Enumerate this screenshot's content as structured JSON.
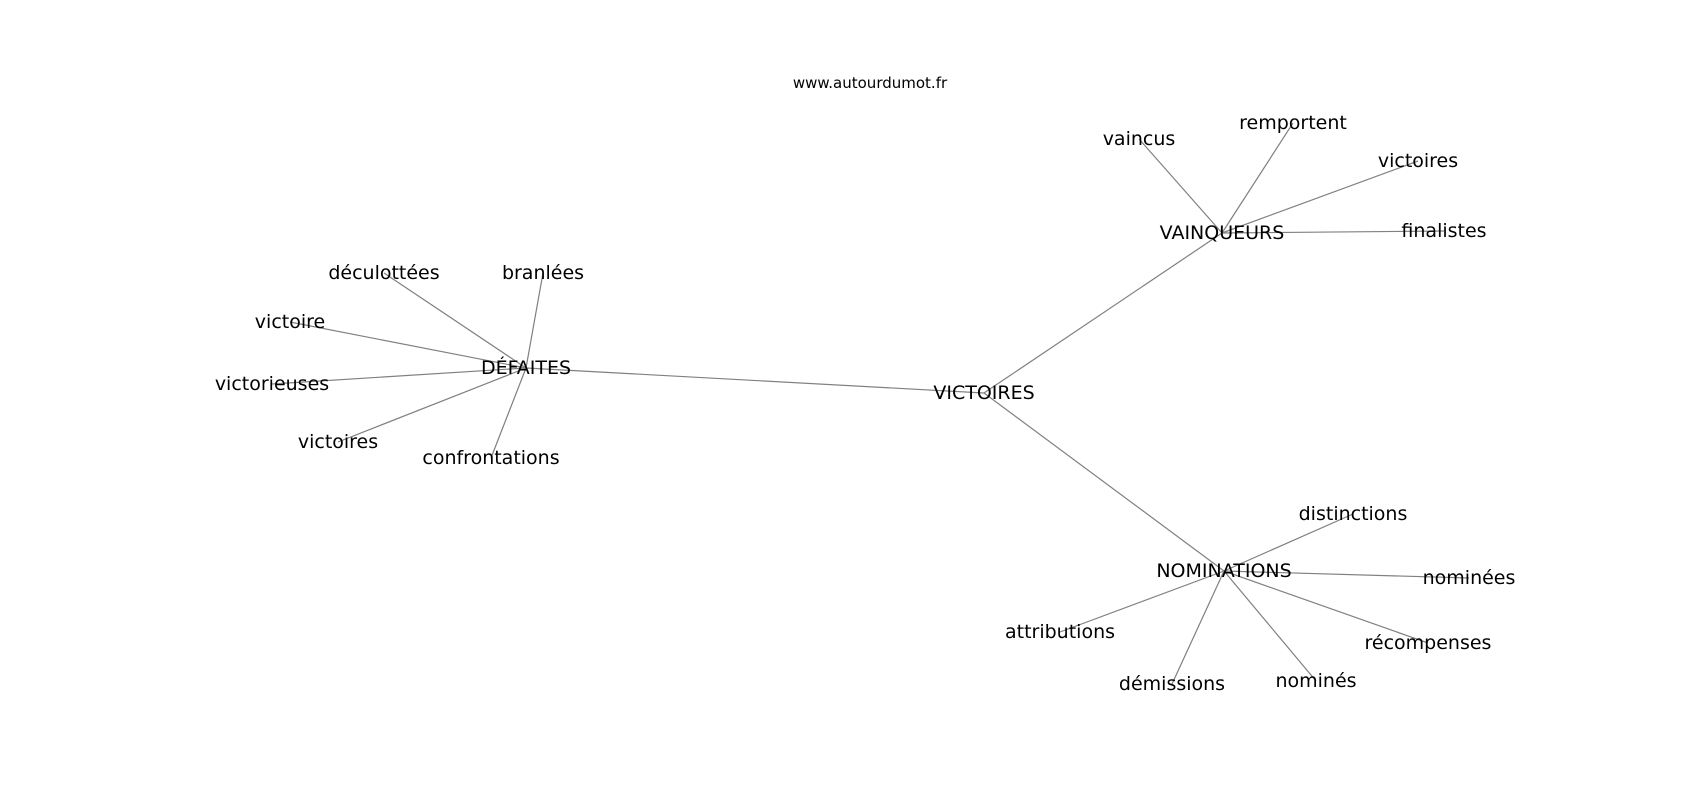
{
  "source": "www.autourdumot.fr",
  "nodes": [
    {
      "id": "victoires_center",
      "label": "VICTOIRES"
    },
    {
      "id": "defaites",
      "label": "DÉFAITES"
    },
    {
      "id": "vainqueurs",
      "label": "VAINQUEURS"
    },
    {
      "id": "nominations",
      "label": "NOMINATIONS"
    },
    {
      "id": "deculottees",
      "label": "déculottées"
    },
    {
      "id": "branlees",
      "label": "branlées"
    },
    {
      "id": "victoire",
      "label": "victoire"
    },
    {
      "id": "victorieuses",
      "label": "victorieuses"
    },
    {
      "id": "victoires_d",
      "label": "victoires"
    },
    {
      "id": "confrontations",
      "label": "confrontations"
    },
    {
      "id": "vaincus",
      "label": "vaincus"
    },
    {
      "id": "remportent",
      "label": "remportent"
    },
    {
      "id": "victoires_v",
      "label": "victoires"
    },
    {
      "id": "finalistes",
      "label": "finalistes"
    },
    {
      "id": "distinctions",
      "label": "distinctions"
    },
    {
      "id": "nominees",
      "label": "nominées"
    },
    {
      "id": "recompenses",
      "label": "récompenses"
    },
    {
      "id": "nomines",
      "label": "nominés"
    },
    {
      "id": "demissions",
      "label": "démissions"
    },
    {
      "id": "attributions",
      "label": "attributions"
    }
  ],
  "edges": [
    [
      "victoires_center",
      "defaites"
    ],
    [
      "victoires_center",
      "vainqueurs"
    ],
    [
      "victoires_center",
      "nominations"
    ],
    [
      "defaites",
      "deculottees"
    ],
    [
      "defaites",
      "branlees"
    ],
    [
      "defaites",
      "victoire"
    ],
    [
      "defaites",
      "victorieuses"
    ],
    [
      "defaites",
      "victoires_d"
    ],
    [
      "defaites",
      "confrontations"
    ],
    [
      "vainqueurs",
      "vaincus"
    ],
    [
      "vainqueurs",
      "remportent"
    ],
    [
      "vainqueurs",
      "victoires_v"
    ],
    [
      "vainqueurs",
      "finalistes"
    ],
    [
      "nominations",
      "distinctions"
    ],
    [
      "nominations",
      "nominees"
    ],
    [
      "nominations",
      "recompenses"
    ],
    [
      "nominations",
      "nomines"
    ],
    [
      "nominations",
      "demissions"
    ],
    [
      "nominations",
      "attributions"
    ]
  ]
}
